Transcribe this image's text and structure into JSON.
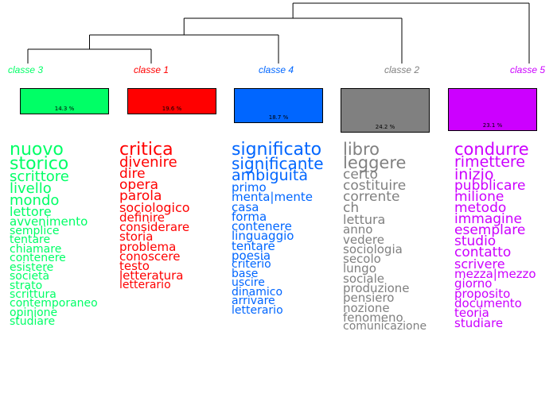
{
  "dendrogram": {
    "leaf_order": [
      "classe 3",
      "classe 1",
      "classe 4",
      "classe 2",
      "classe 5"
    ],
    "merges": [
      [
        "classe 3",
        "classe 1"
      ],
      [
        "classe 3+1",
        "classe 4"
      ],
      [
        "classe 3+1+4",
        "classe 2"
      ],
      [
        "classe 3+1+4+2",
        "classe 5"
      ]
    ]
  },
  "classes": [
    {
      "label": "classe 3",
      "percent": "14.3 %",
      "color": "#00ff66",
      "words": [
        "nuovo",
        "storico",
        "scrittore",
        "livello",
        "mondo",
        "lettore",
        "avvenimento",
        "semplice",
        "tentare",
        "chiamare",
        "contenere",
        "esistere",
        "società",
        "strato",
        "scrittura",
        "contemporaneo",
        "opinione",
        "studiare"
      ]
    },
    {
      "label": "classe 1",
      "percent": "19.6 %",
      "color": "#ff0000",
      "words": [
        "critica",
        "divenire",
        "dire",
        "opera",
        "parola",
        "sociologico",
        "definire",
        "considerare",
        "storia",
        "problema",
        "conoscere",
        "testo",
        "letteratura",
        "letterario"
      ]
    },
    {
      "label": "classe 4",
      "percent": "18.7 %",
      "color": "#0066ff",
      "words": [
        "significato",
        "significante",
        "ambiguità",
        "primo",
        "menta|mente",
        "casa",
        "forma",
        "contenere",
        "linguaggio",
        "tentare",
        "poesia",
        "criterio",
        "base",
        "uscire",
        "dinamico",
        "arrivare",
        "letterario"
      ]
    },
    {
      "label": "classe 2",
      "percent": "24.2 %",
      "color": "#808080",
      "words": [
        "libro",
        "leggere",
        "certo",
        "costituire",
        "corrente",
        "ch",
        "lettura",
        "anno",
        "vedere",
        "sociologia",
        "secolo",
        "lungo",
        "sociale",
        "produzione",
        "pensiero",
        "nozione",
        "fenomeno",
        "comunicazione"
      ]
    },
    {
      "label": "classe 5",
      "percent": "23.1 %",
      "color": "#cc00ff",
      "words": [
        "condurre",
        "rimettere",
        "inizio",
        "pubblicare",
        "milione",
        "metodo",
        "immagine",
        "esemplare",
        "studio",
        "contatto",
        "scrivere",
        "mezza|mezzo",
        "giorno",
        "proposito",
        "documento",
        "teoria",
        "studiare"
      ]
    }
  ]
}
